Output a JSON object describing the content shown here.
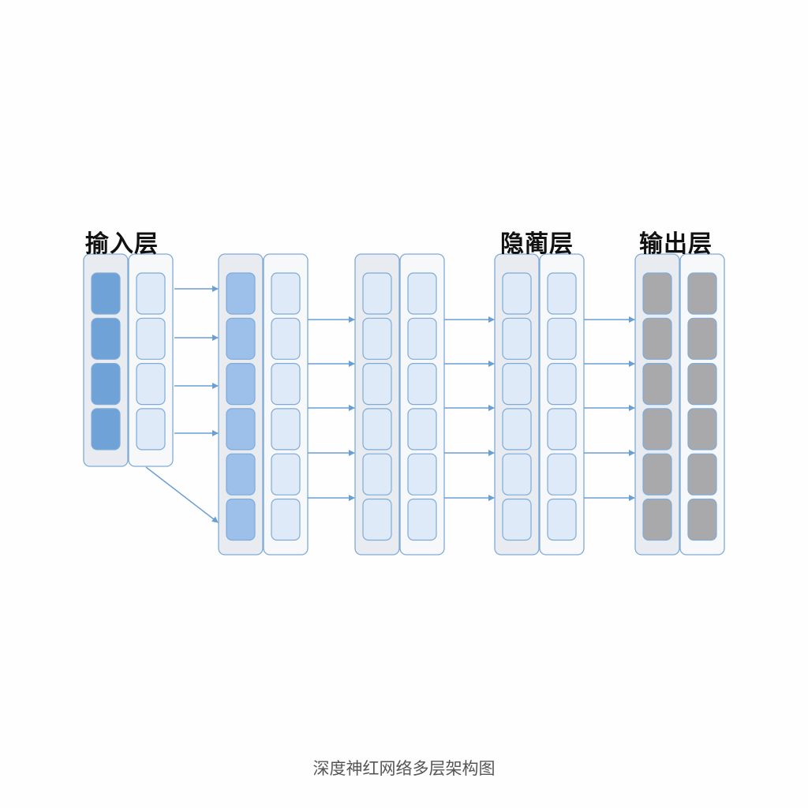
{
  "labels": {
    "input": "揄入层",
    "hidden": "隐蔺层",
    "output": "输出层"
  },
  "caption": "深度神红网络多层架构图",
  "colors": {
    "border": "#7eaad8",
    "arrow": "#6a9fd4",
    "column_dark": "#e8ecf1",
    "column_light": "#f6f8fa",
    "node_input": "#6fa3d8",
    "node_mid": "#9dc0ea",
    "node_light": "#dfeaf8",
    "node_output": "#a9a9ab"
  },
  "layers": [
    {
      "name": "input",
      "nodes": 4,
      "fills": [
        "node_input",
        "node_light"
      ]
    },
    {
      "name": "hidden-1",
      "nodes": 6,
      "fills": [
        "node_mid",
        "node_light"
      ]
    },
    {
      "name": "hidden-2",
      "nodes": 6,
      "fills": [
        "node_light",
        "node_light"
      ]
    },
    {
      "name": "hidden-3",
      "nodes": 6,
      "fills": [
        "node_light",
        "node_light"
      ]
    },
    {
      "name": "output",
      "nodes": 6,
      "fills": [
        "node_output",
        "node_output"
      ]
    }
  ]
}
